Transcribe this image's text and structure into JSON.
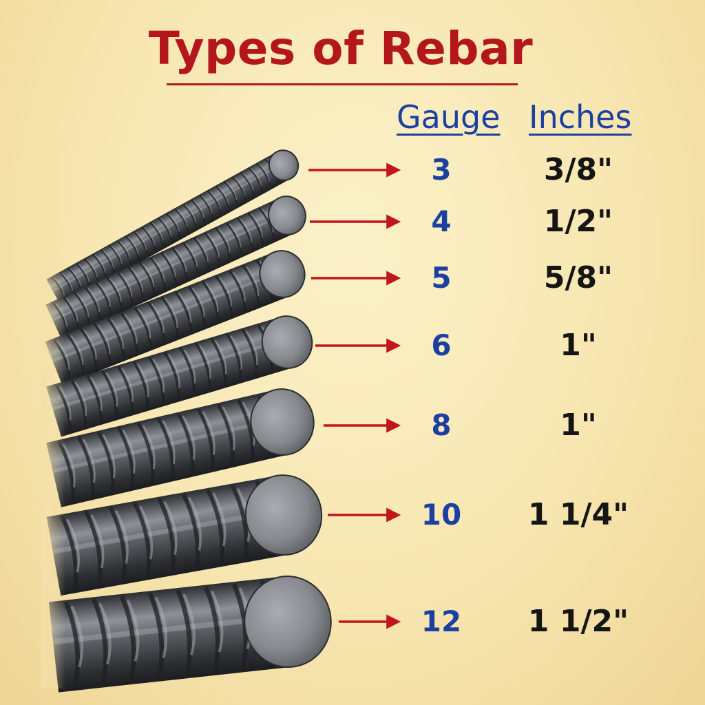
{
  "title": "Types of Rebar",
  "headers": {
    "gauge": "Gauge",
    "inches": "Inches"
  },
  "rows": [
    {
      "gauge": "3",
      "inches": "3/8\""
    },
    {
      "gauge": "4",
      "inches": "1/2\""
    },
    {
      "gauge": "5",
      "inches": "5/8\""
    },
    {
      "gauge": "6",
      "inches": "1\""
    },
    {
      "gauge": "8",
      "inches": "1\""
    },
    {
      "gauge": "10",
      "inches": "1 1/4\""
    },
    {
      "gauge": "12",
      "inches": "1 1/2\""
    }
  ],
  "colors": {
    "title": "#b3161b",
    "arrow": "#c0161c",
    "gauge_text": "#1c3fa2",
    "inches_text": "#151515",
    "steel": "#4a4d52"
  }
}
